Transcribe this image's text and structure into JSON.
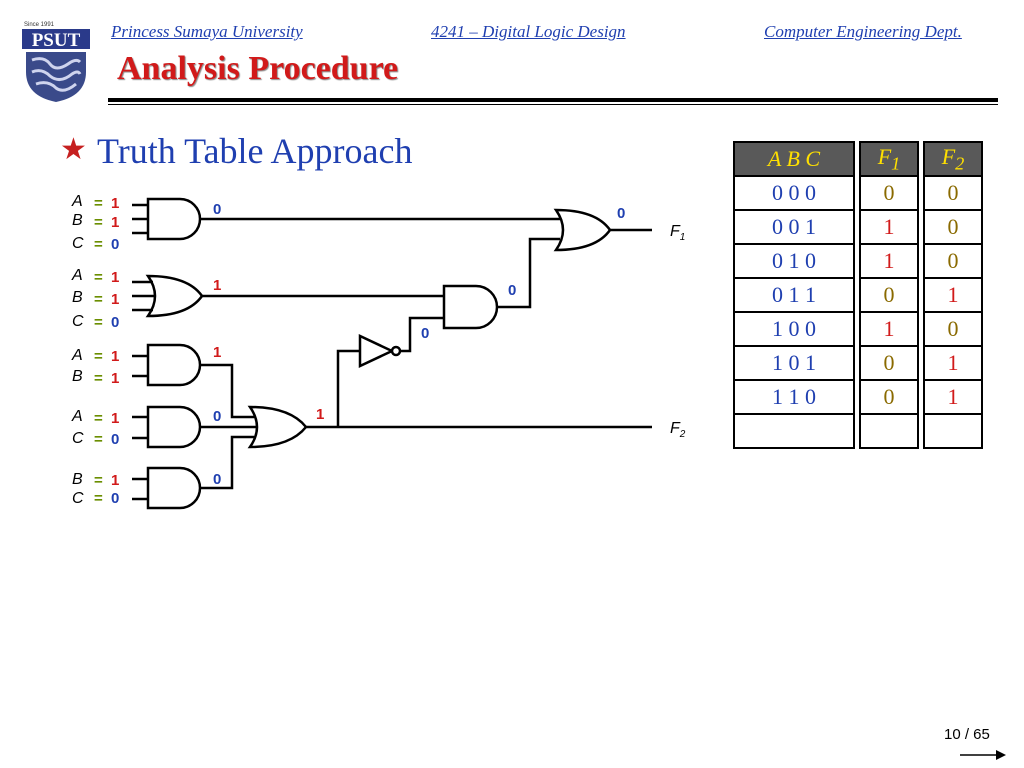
{
  "header": {
    "university": "Princess Sumaya University",
    "course": "4241 – Digital Logic Design",
    "dept": "Computer Engineering Dept."
  },
  "logo": {
    "since": "Since 1991",
    "text": "PSUT"
  },
  "title": "Analysis Procedure",
  "subtitle": "Truth Table Approach",
  "circuit": {
    "inputs": [
      {
        "var": "A",
        "val": "1"
      },
      {
        "var": "B",
        "val": "1"
      },
      {
        "var": "C",
        "val": "0"
      },
      {
        "var": "A",
        "val": "1"
      },
      {
        "var": "B",
        "val": "1"
      },
      {
        "var": "C",
        "val": "0"
      },
      {
        "var": "A",
        "val": "1"
      },
      {
        "var": "B",
        "val": "1"
      },
      {
        "var": "A",
        "val": "1"
      },
      {
        "var": "C",
        "val": "0"
      },
      {
        "var": "B",
        "val": "1"
      },
      {
        "var": "C",
        "val": "0"
      }
    ],
    "eq": "=",
    "wire_values": {
      "and3_out": "0",
      "or3_out": "1",
      "and_ab_out": "1",
      "and_ac_out": "0",
      "and_bc_out": "0",
      "or_f2_out": "1",
      "not_out": "0",
      "and2_out": "0",
      "or_f1_out": "0"
    },
    "outputs": {
      "f1": "F",
      "f1_sub": "1",
      "f2": "F",
      "f2_sub": "2"
    }
  },
  "truth_table": {
    "headers": {
      "abc": "A  B  C",
      "f1": "F",
      "f1_sub": "1",
      "f2": "F",
      "f2_sub": "2"
    },
    "rows": [
      {
        "abc": "0  0  0",
        "f1": "0",
        "f2": "0"
      },
      {
        "abc": "0  0  1",
        "f1": "1",
        "f2": "0"
      },
      {
        "abc": "0  1  0",
        "f1": "1",
        "f2": "0"
      },
      {
        "abc": "0  1  1",
        "f1": "0",
        "f2": "1"
      },
      {
        "abc": "1  0  0",
        "f1": "1",
        "f2": "0"
      },
      {
        "abc": "1  0  1",
        "f1": "0",
        "f2": "1"
      },
      {
        "abc": "1  1  0",
        "f1": "0",
        "f2": "1"
      },
      {
        "abc": "",
        "f1": "",
        "f2": ""
      }
    ]
  },
  "page": "10 / 65"
}
